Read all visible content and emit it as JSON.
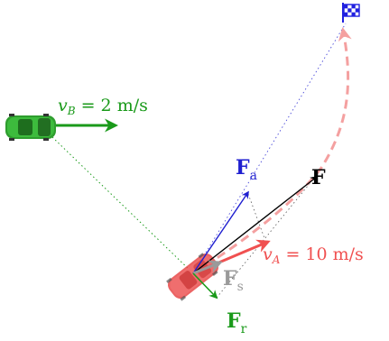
{
  "labels": {
    "vB_sym": "v",
    "vB_sub": "B",
    "vB_rest": " = 2 m/s",
    "vA_sym": "v",
    "vA_sub": "A",
    "vA_rest": " = 10 m/s",
    "Fa_sym": "F",
    "Fa_sub": "a",
    "F_sym": "F",
    "Fs_sym": "F",
    "Fs_sub": "s",
    "Fr_sym": "F",
    "Fr_sub": "r"
  },
  "colors": {
    "green": "#1a9a1a",
    "blue": "#1f1fd0",
    "black": "#000000",
    "red": "#f05050",
    "red_light": "#f4a0a0",
    "gray": "#9a9a9a",
    "flag_blue": "#2020e0"
  },
  "icons": {
    "car_b": "green-car-icon",
    "car_a": "red-car-icon",
    "flag": "checkered-flag-icon"
  }
}
